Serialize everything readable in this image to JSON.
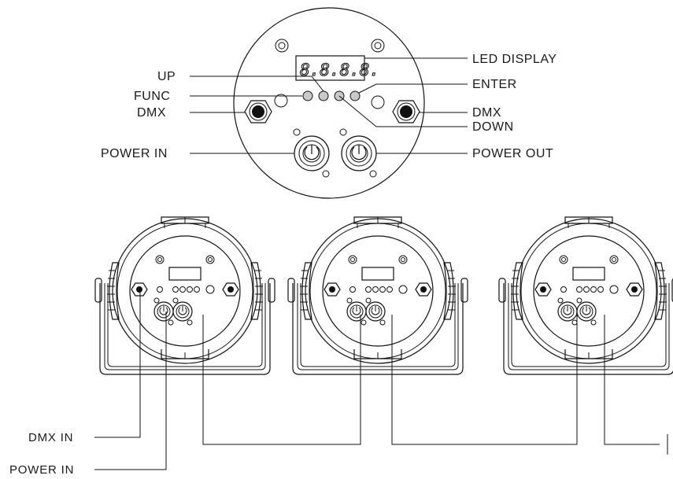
{
  "panel": {
    "display_text": "8.8.8.8.",
    "labels": {
      "led_display": "LED DISPLAY",
      "up": "UP",
      "enter": "ENTER",
      "func": "FUNC",
      "dmx_left": "DMX",
      "dmx_right": "DMX",
      "down": "DOWN",
      "power_in": "POWER IN",
      "power_out": "POWER OUT"
    }
  },
  "chain": {
    "fixture_count": 3,
    "labels": {
      "dmx_in": "DMX IN",
      "power_in": "POWER IN"
    }
  },
  "colors": {
    "stroke": "#111111",
    "background": "#ffffff"
  }
}
